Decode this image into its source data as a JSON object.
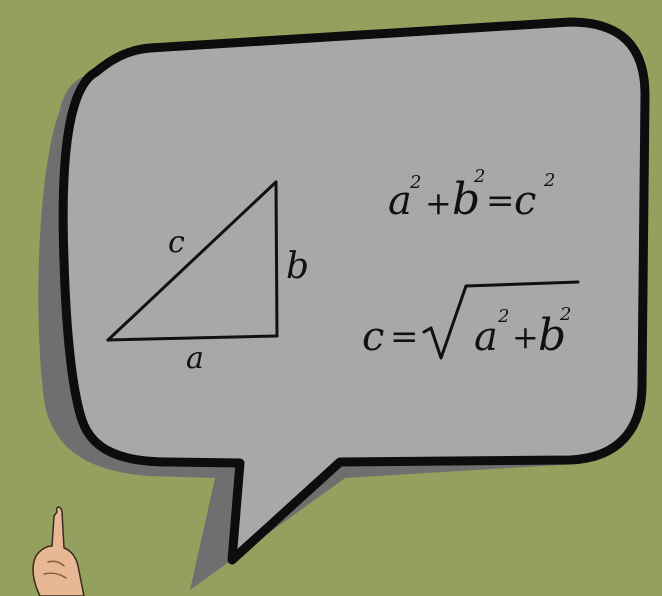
{
  "background_color": "#93a05e",
  "bubble": {
    "fill_color": "#a8a8a8",
    "outline_color": "#0d0d0d",
    "shadow_color": "#6f6f6f"
  },
  "triangle": {
    "side_a_label": "a",
    "side_b_label": "b",
    "side_c_label": "c"
  },
  "equation_1": {
    "a": "a",
    "a_exp": "2",
    "plus": "+",
    "b": "b",
    "b_exp": "2",
    "equals": "=",
    "c": "c",
    "c_exp": "2"
  },
  "equation_2": {
    "c": "c",
    "equals": "=",
    "a": "a",
    "a_exp": "2",
    "plus": "+",
    "b": "b",
    "b_exp": "2"
  },
  "hand": {
    "icon": "pointing-finger-icon",
    "skin_color": "#e8b894"
  }
}
